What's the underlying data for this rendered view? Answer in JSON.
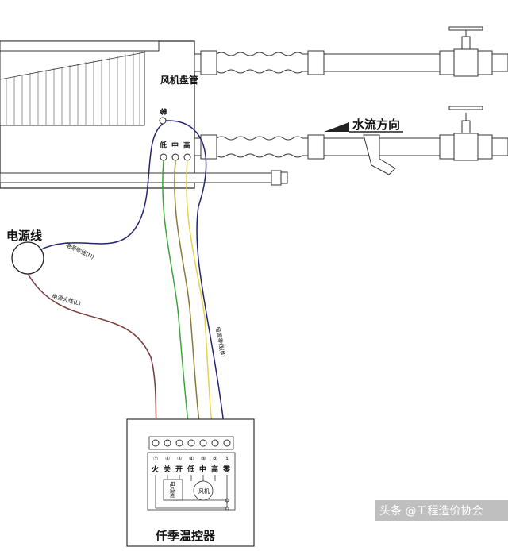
{
  "labels": {
    "fcu_title": "风机盘管",
    "neutral_terminal": "零",
    "terminal_low": "低",
    "terminal_mid": "中",
    "terminal_high": "高",
    "water_flow": "水流方向",
    "power_cord": "电源线",
    "power_neutral_wire": "电源零线(N)",
    "power_live_wire": "电源火线(L)",
    "fcu_neutral_wire": "电源零线(N)",
    "thermostat_title": "仟季温控器",
    "valve_box": "电动阀",
    "fan_box": "风机"
  },
  "thermostat": {
    "terminal_numbers": [
      "⑦",
      "⑥",
      "⑤",
      "④",
      "③",
      "②",
      "①"
    ],
    "terminal_names": [
      "火",
      "关",
      "开",
      "低",
      "中",
      "高",
      "零"
    ]
  },
  "watermark": "头条 @工程造价协会",
  "colors": {
    "wire_low": "#3aa63a",
    "wire_mid": "#8a7a3a",
    "wire_high": "#e6d24a",
    "wire_neutral": "#24246e",
    "wire_live": "#7a3a3a"
  }
}
